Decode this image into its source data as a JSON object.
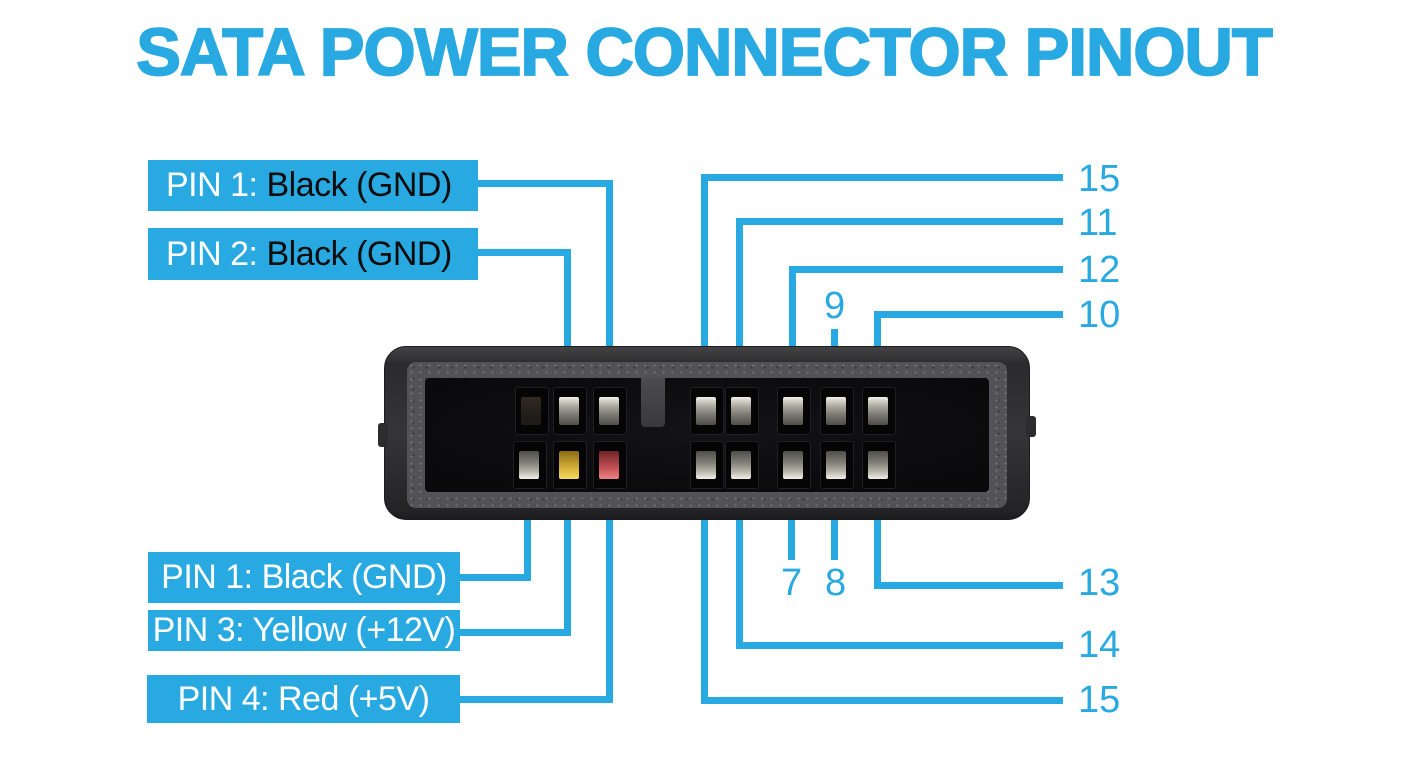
{
  "title": "SATA POWER CONNECTOR PINOUT",
  "accent_color": "#29a9e1",
  "pin_contact_colors": {
    "ground": "#0d0d0d",
    "yellow_12v": "#d9b53b",
    "red_5v": "#c25056"
  },
  "callouts": {
    "top_left": [
      {
        "pin": "PIN 1:",
        "desc": "Black (GND)"
      },
      {
        "pin": "PIN 2:",
        "desc": "Black (GND)"
      }
    ],
    "bottom_left": [
      "PIN 1: Black (GND)",
      "PIN 3: Yellow (+12V)",
      "PIN 4: Red (+5V)"
    ],
    "top_right": [
      "15",
      "11",
      "12",
      "9",
      "10"
    ],
    "bottom_right": [
      "7",
      "8",
      "13",
      "14",
      "15"
    ]
  }
}
